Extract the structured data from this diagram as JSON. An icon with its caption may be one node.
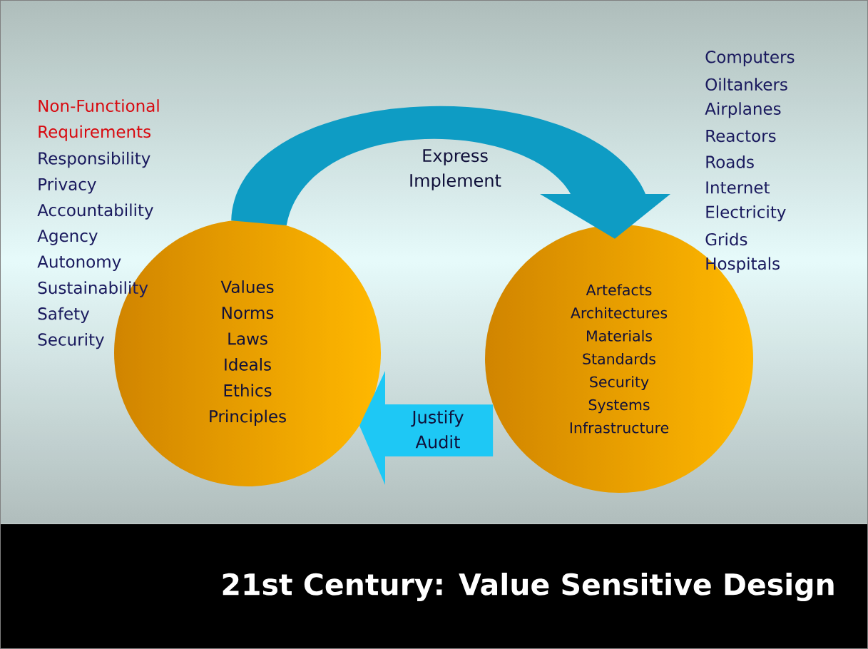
{
  "diagram": {
    "title": "21st Century: Value Sensitive Design",
    "nodes": [
      {
        "text": [
          "Values",
          "Norms",
          "Laws",
          "Ideals",
          "Ethics",
          "Principles"
        ]
      },
      {
        "text": [
          "Artefacts",
          "Architectures",
          "Materials",
          "Standards",
          "Security",
          "Systems",
          "Infrastructure"
        ]
      }
    ],
    "edges": [
      {
        "from": 0,
        "to": 1,
        "arrow": "to",
        "label": "Express Implement"
      },
      {
        "from": 1,
        "to": 0,
        "arrow": "to",
        "label": "Justify Audit"
      }
    ],
    "labels": [
      "Non-Functional Requirements",
      "Responsibility",
      "Privacy",
      "Accountability",
      "Agency",
      "Autonomy",
      "Sustainability",
      "Safety",
      "Security",
      "Computers",
      "Oiltankers",
      "Airplanes",
      "Reactors",
      "Roads",
      "Internet",
      "Electricity",
      "Grids",
      "Hospitals"
    ]
  }
}
